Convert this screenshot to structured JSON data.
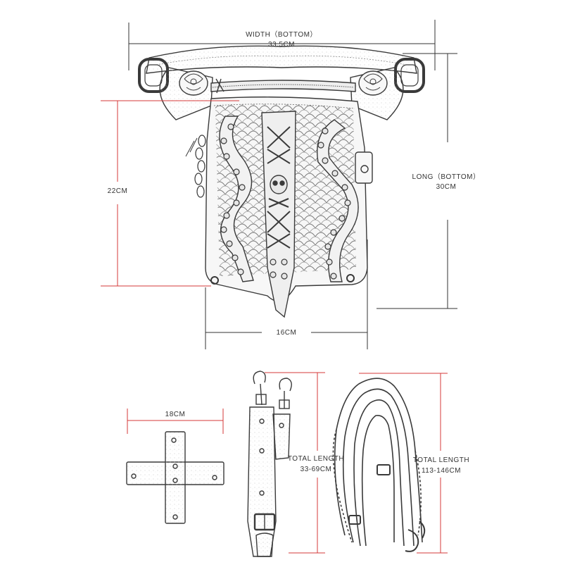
{
  "dimensions": {
    "width_bottom": {
      "label": "WIDTH（BOTTOM）",
      "value": "33.5CM"
    },
    "long_bottom": {
      "label": "LONG（BOTTOM）",
      "value": "30CM"
    },
    "height": {
      "value": "22CM"
    },
    "depth": {
      "value": "16CM"
    },
    "leg_strap": {
      "value": "18CM"
    },
    "short_strap": {
      "label": "TOTAL LENGTH",
      "value": "33-69CM"
    },
    "long_strap": {
      "label": "TOTAL LENGTH",
      "value": "113-146CM"
    }
  },
  "colors": {
    "dim_dark": "#333333",
    "dim_red": "#d43a3a",
    "ink": "#3a3a3a",
    "fill": "#f7f7f7"
  }
}
